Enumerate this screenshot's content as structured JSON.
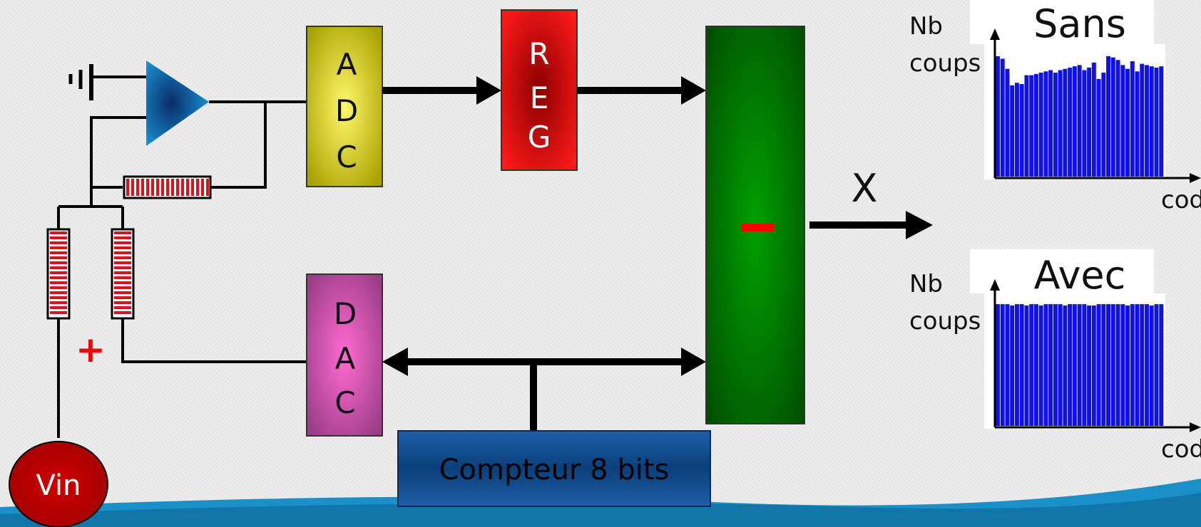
{
  "blocks": {
    "adc": [
      "A",
      "D",
      "C"
    ],
    "reg": [
      "R",
      "E",
      "G"
    ],
    "dac": [
      "D",
      "A",
      "C"
    ],
    "counter": "Compteur 8 bits",
    "subtractor_sign": "−",
    "source": "Vin",
    "plus_sign": "+"
  },
  "output_label": "X",
  "charts": [
    {
      "title": "Sans",
      "ylabel_line1": "Nb",
      "ylabel_line2": "coups",
      "xlabel": "code"
    },
    {
      "title": "Avec",
      "ylabel_line1": "Nb",
      "ylabel_line2": "coups",
      "xlabel": "code"
    }
  ],
  "chart_data": [
    {
      "type": "bar",
      "title": "Sans",
      "xlabel": "code",
      "ylabel": "Nb coups",
      "values": [
        0.95,
        0.93,
        0.85,
        0.72,
        0.74,
        0.73,
        0.8,
        0.8,
        0.81,
        0.82,
        0.83,
        0.84,
        0.82,
        0.84,
        0.85,
        0.86,
        0.87,
        0.88,
        0.84,
        0.86,
        0.9,
        0.77,
        0.82,
        0.95,
        0.94,
        0.92,
        0.88,
        0.85,
        0.91,
        0.83,
        0.89,
        0.88,
        0.87,
        0.86,
        0.87
      ]
    },
    {
      "type": "bar",
      "title": "Avec",
      "xlabel": "code",
      "ylabel": "Nb coups",
      "values": [
        0.96,
        0.96,
        0.96,
        0.95,
        0.96,
        0.96,
        0.95,
        0.96,
        0.96,
        0.95,
        0.96,
        0.96,
        0.96,
        0.96,
        0.95,
        0.96,
        0.96,
        0.96,
        0.96,
        0.95,
        0.95,
        0.96,
        0.96,
        0.96,
        0.96,
        0.96,
        0.96,
        0.95,
        0.96,
        0.96,
        0.96,
        0.96,
        0.95,
        0.96,
        0.96
      ]
    }
  ]
}
